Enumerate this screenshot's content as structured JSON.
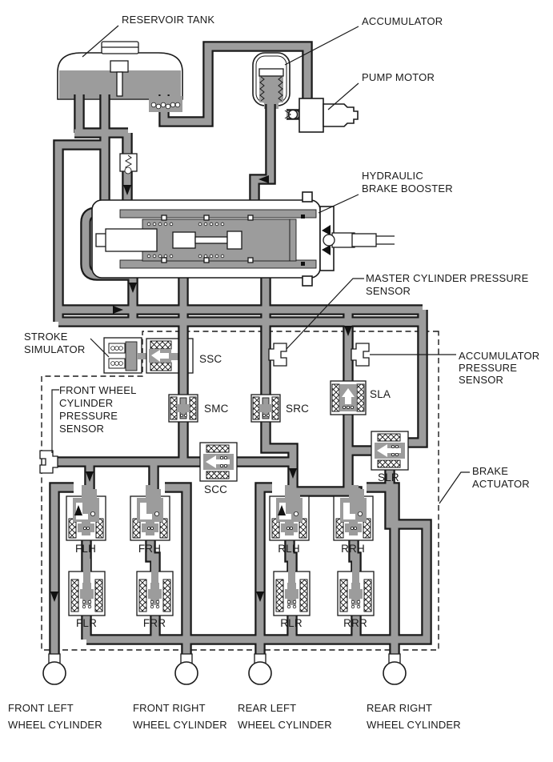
{
  "labels": {
    "reservoir_tank": "RESERVOIR TANK",
    "accumulator": "ACCUMULATOR",
    "pump_motor": "PUMP MOTOR",
    "hydraulic_brake_booster": [
      "HYDRAULIC",
      "BRAKE BOOSTER"
    ],
    "master_cylinder_pressure_sensor": [
      "MASTER CYLINDER PRESSURE",
      "SENSOR"
    ],
    "accumulator_pressure_sensor": [
      "ACCUMULATOR",
      "PRESSURE",
      "SENSOR"
    ],
    "stroke_simulator": [
      "STROKE",
      "SIMULATOR"
    ],
    "front_wheel_cylinder_pressure_sensor": [
      "FRONT WHEEL",
      "CYLINDER",
      "PRESSURE",
      "SENSOR"
    ],
    "brake_actuator": [
      "BRAKE",
      "ACTUATOR"
    ]
  },
  "valves": {
    "ssc": "SSC",
    "smc": "SMC",
    "src": "SRC",
    "sla": "SLA",
    "scc": "SCC",
    "slr": "SLR",
    "flh": "FLH",
    "frh": "FRH",
    "rlh": "RLH",
    "rrh": "RRH",
    "flr": "FLR",
    "frr": "FRR",
    "rlr": "RLR",
    "rrr": "RRR"
  },
  "wheel_cylinders": {
    "front_left": [
      "FRONT LEFT",
      "WHEEL CYLINDER"
    ],
    "front_right": [
      "FRONT RIGHT",
      "WHEEL CYLINDER"
    ],
    "rear_left": [
      "REAR LEFT",
      "WHEEL CYLINDER"
    ],
    "rear_right": [
      "REAR RIGHT",
      "WHEEL CYLINDER"
    ]
  },
  "colors": {
    "pipe_fill": "#9c9c9c",
    "outline": "#1a1a1a",
    "background": "#ffffff"
  }
}
